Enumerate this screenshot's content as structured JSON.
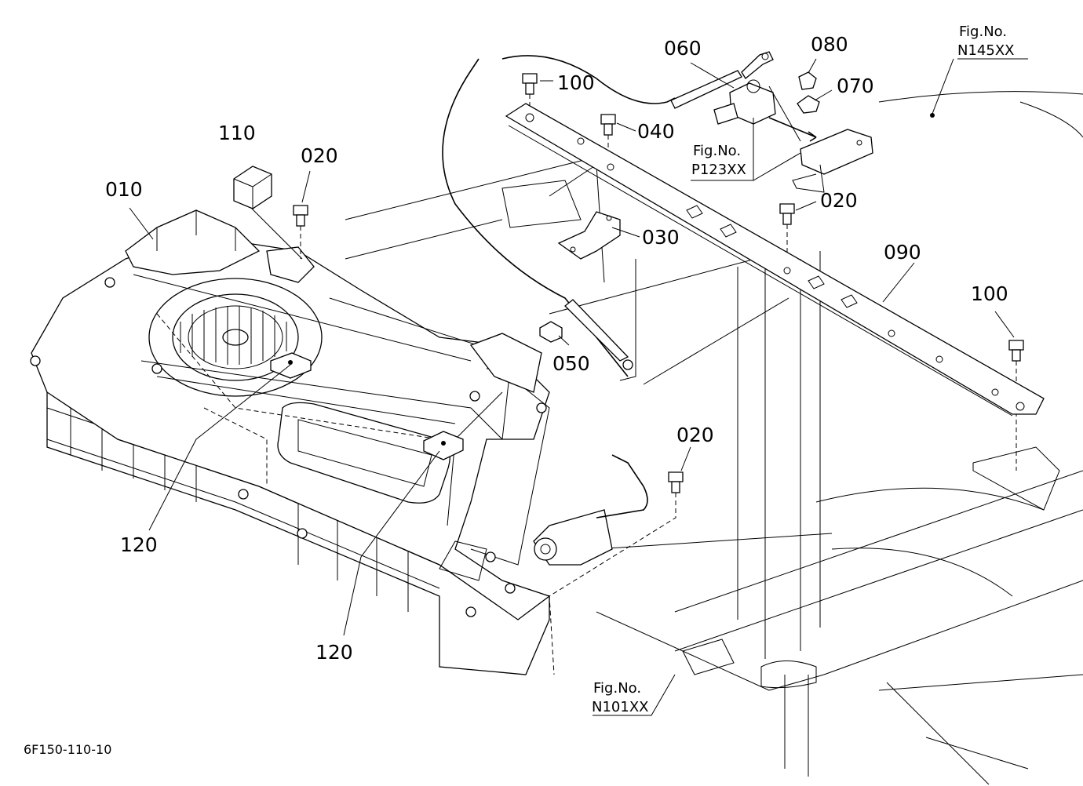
{
  "labels": {
    "p010": "010",
    "p020a": "020",
    "p020b": "020",
    "p020c": "020",
    "p030": "030",
    "p040": "040",
    "p050": "050",
    "p060": "060",
    "p070": "070",
    "p080": "080",
    "p090": "090",
    "p100a": "100",
    "p100b": "100",
    "p110": "110",
    "p120a": "120",
    "p120b": "120"
  },
  "figrefs": {
    "n145_title": "Fig.No.",
    "n145_code": "N145XX",
    "p123_title": "Fig.No.",
    "p123_code": "P123XX",
    "n101_title": "Fig.No.",
    "n101_code": "N101XX"
  },
  "drawing_code": "6F150-110-10"
}
